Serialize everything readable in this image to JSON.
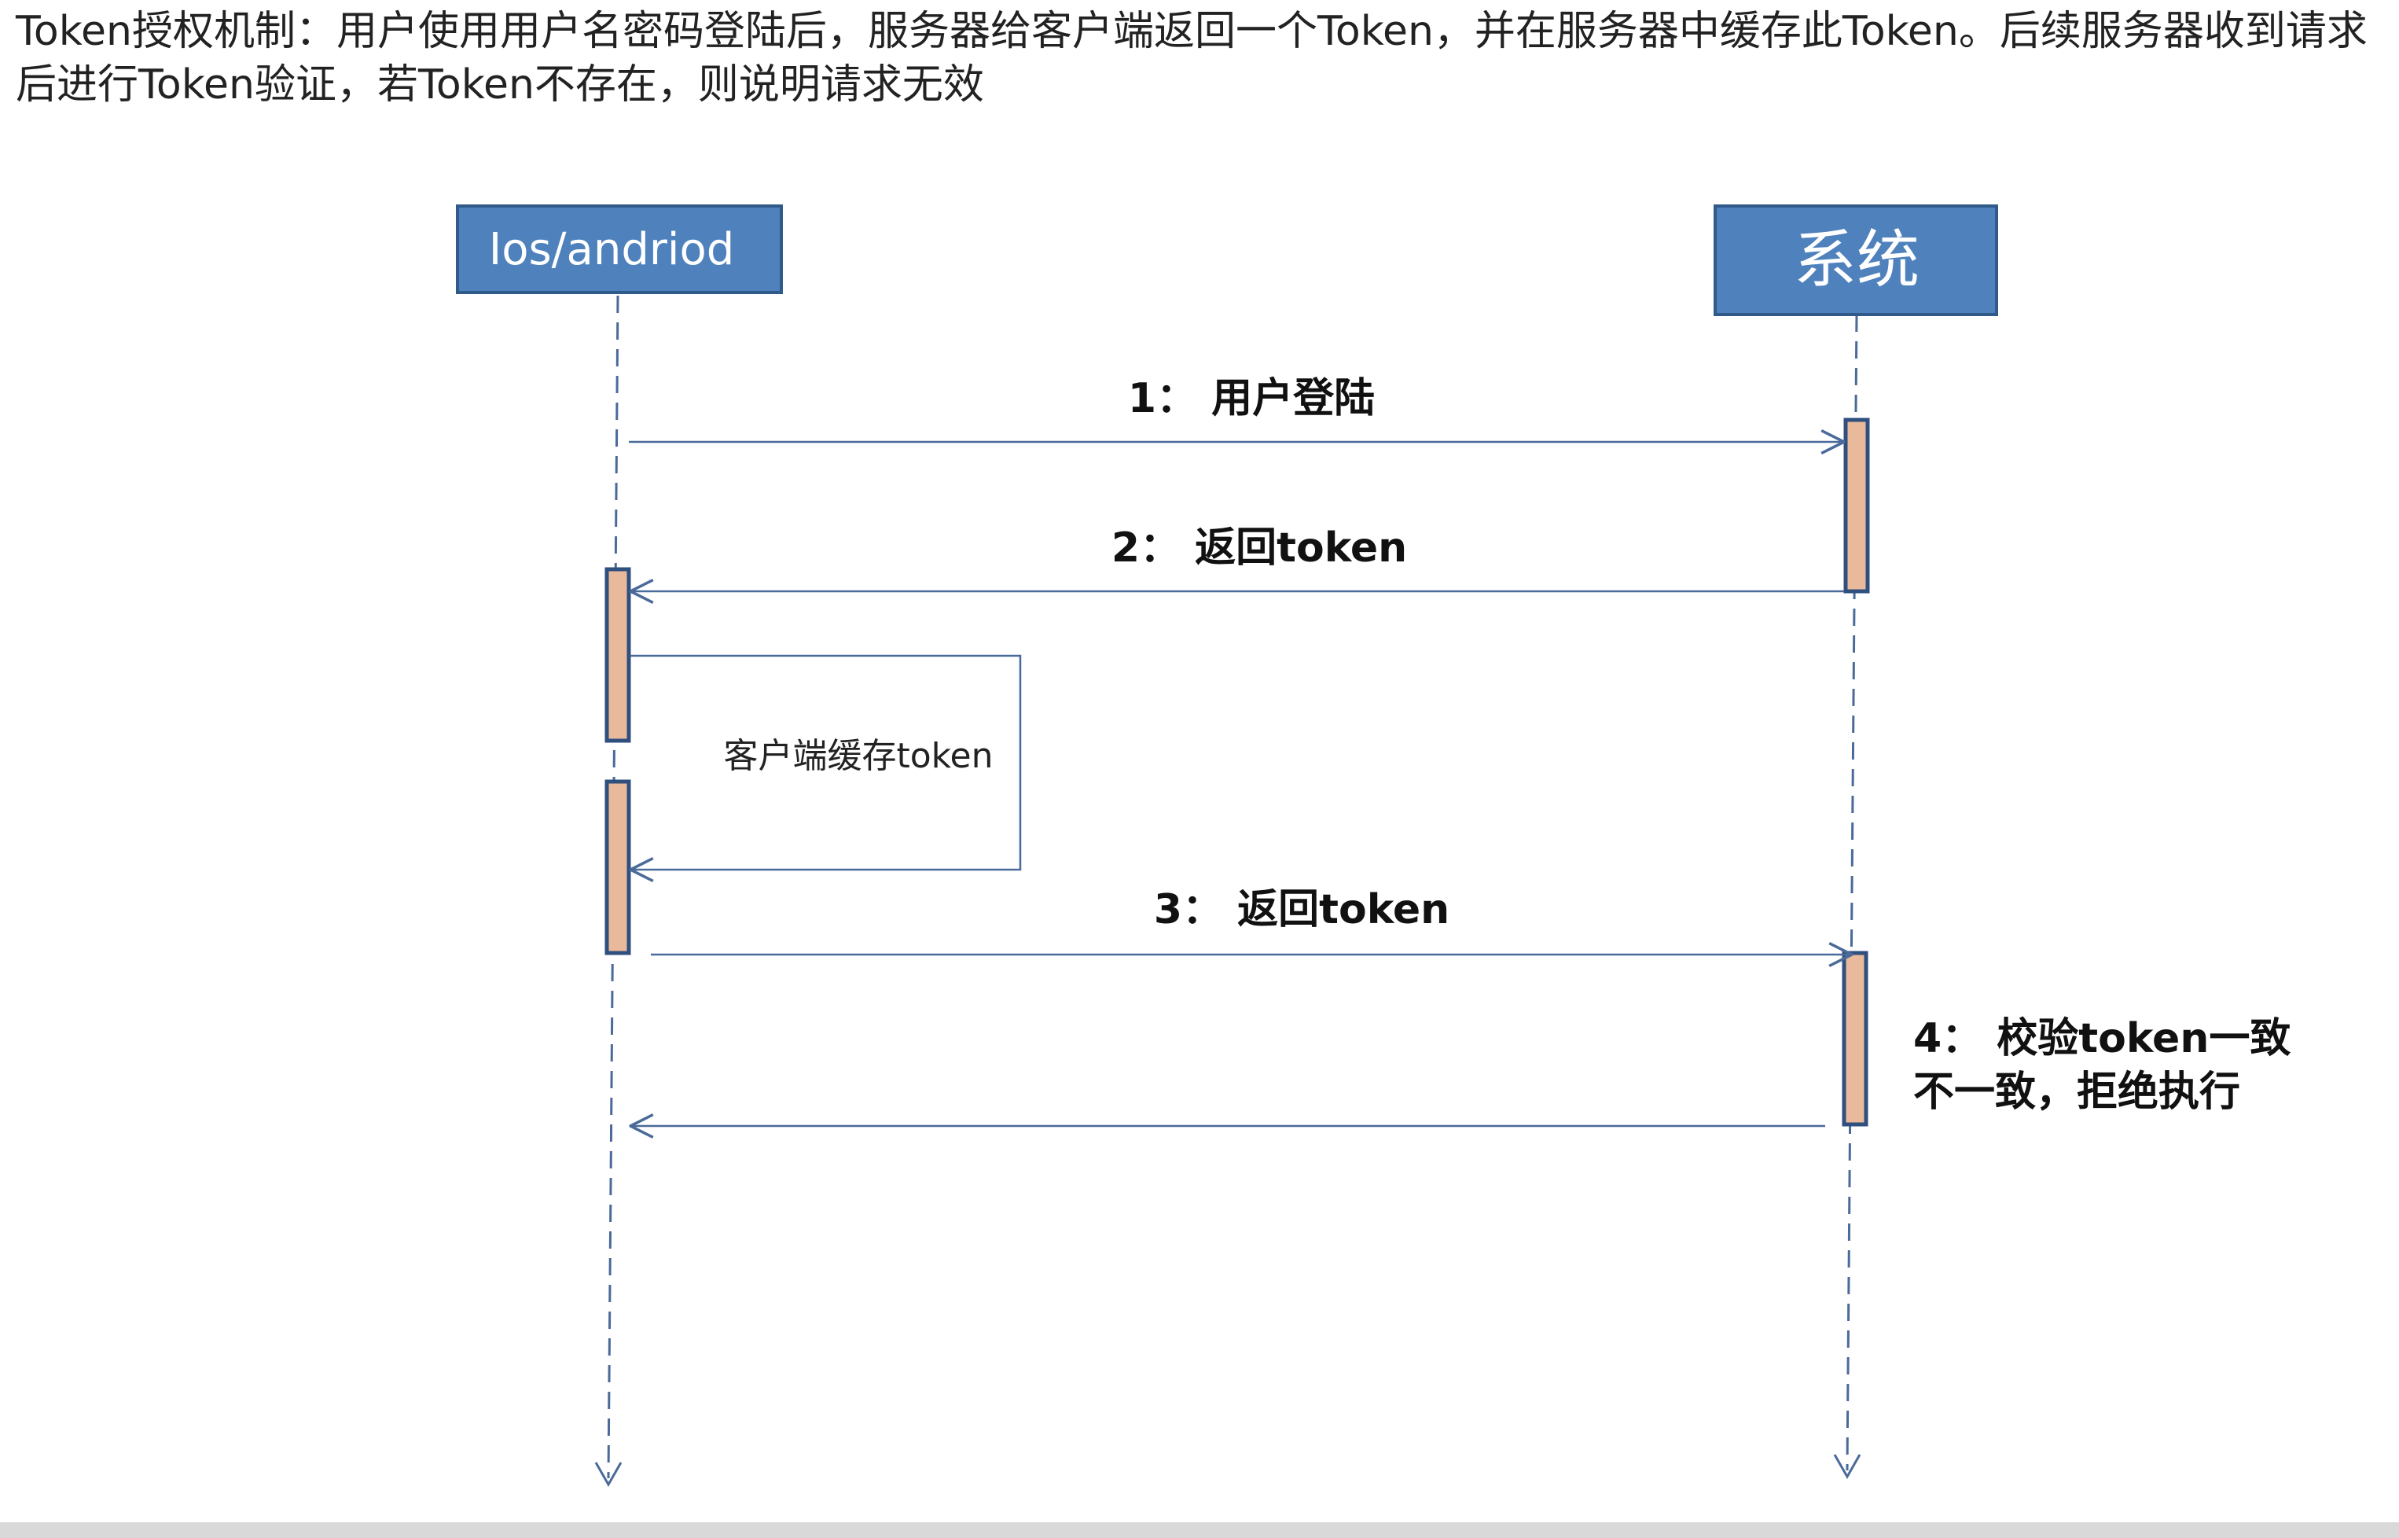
{
  "intro": {
    "text": "Token授权机制：用户使用用户名密码登陆后，服务器给客户端返回一个Token，并在服务器中缓存此Token。后续服务器收到请求后进行Token验证，若Token不存在，则说明请求无效"
  },
  "participants": {
    "client": "Ios/andriod",
    "system": "系统"
  },
  "messages": {
    "m1": "1： 用户登陆",
    "m2": "2： 返回token",
    "self": "客户端缓存token",
    "m3": "3： 返回token",
    "m4_line1": "4： 校验token一致",
    "m4_line2": "不一致，拒绝执行"
  },
  "colors": {
    "participant_fill": "#4f81bd",
    "participant_border": "#2f5a8a",
    "activation_fill": "#e8b99a",
    "activation_border": "#2f4f7f",
    "line": "#4a6a9a"
  }
}
